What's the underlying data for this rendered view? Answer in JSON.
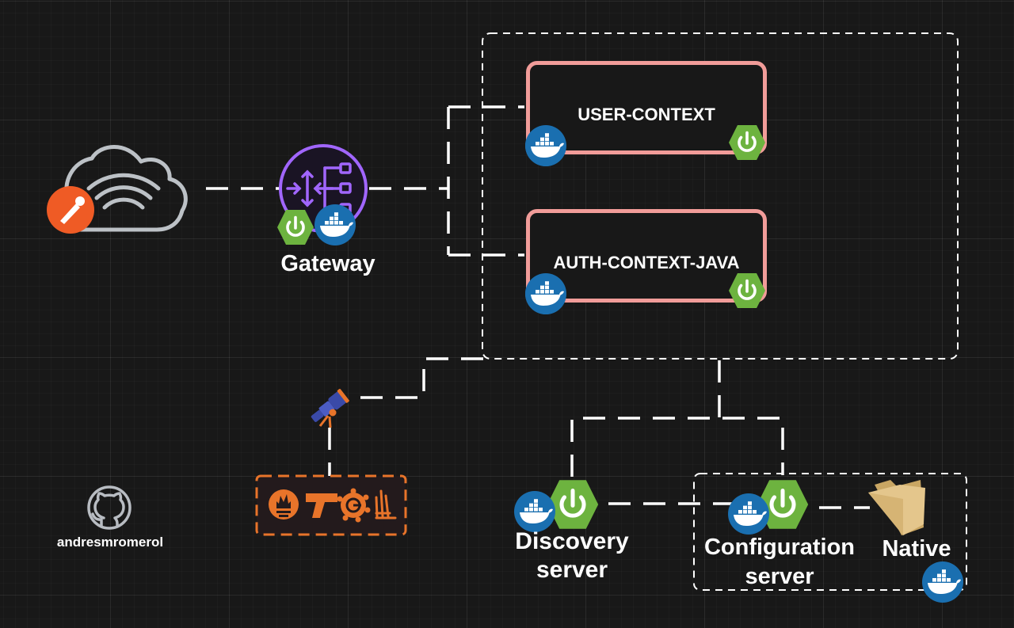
{
  "diagram": {
    "services": [
      {
        "label": "USER-CONTEXT"
      },
      {
        "label": "AUTH-CONTEXT-JAVA"
      }
    ],
    "gateway": {
      "label": "Gateway"
    },
    "discovery": {
      "label_line1": "Discovery",
      "label_line2": "server"
    },
    "config": {
      "label_line1": "Configuration",
      "label_line2": "server"
    },
    "native": {
      "label": "Native"
    },
    "github": {
      "label": "andresmromerol"
    }
  },
  "colors": {
    "spring_green": "#6db33f",
    "docker_blue": "#1d63ed",
    "gateway_purple": "#a166ff",
    "service_border": "#f19c99",
    "postman_orange": "#ef5b25",
    "monitoring_orange": "#e8742a",
    "connector": "#ffffff"
  },
  "icons": [
    "postman-cloud-icon",
    "api-gateway-icon",
    "spring-boot-icon",
    "docker-icon",
    "telescope-icon",
    "prometheus-icon",
    "grafana-icon",
    "loki-icon",
    "github-icon",
    "folder-icon"
  ]
}
